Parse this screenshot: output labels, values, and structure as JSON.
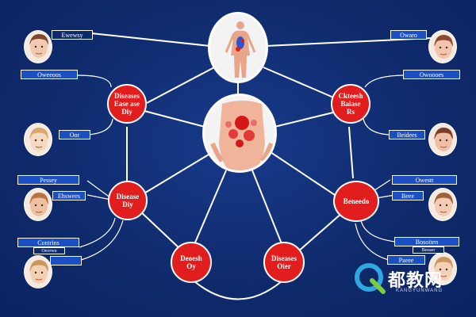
{
  "nodes": {
    "top_left": "Diseases\nEase ase\nDiy",
    "mid_left": "Disease\nDiy",
    "bottom_left": "Deoesh\nOy",
    "bottom_right": "Diseases\nOier",
    "mid_right": "Beneedo",
    "top_right": "Ckteesh\nBaiase\nRs"
  },
  "labels": {
    "l1": "Ewewsy",
    "l2": "Oweeoos",
    "l3": "Oor",
    "l4": "Pessey",
    "l5": "Ehswees",
    "l6": "Contrins",
    "l7": "Oeorwu",
    "r1": "Owaro",
    "r2": "Owoooes",
    "r3": "Beidees",
    "r4": "Owestt",
    "r5": "Beee",
    "r6": "Bosoiten",
    "r7": "Beeaer",
    "r8": "Paeee"
  },
  "watermark": {
    "text": "都教网",
    "sub": "KANGYUNWANG"
  },
  "colors": {
    "background": "#0f2a6b",
    "node": "#e21d1d",
    "label": "#1d4fc4",
    "line": "#ffffff"
  }
}
